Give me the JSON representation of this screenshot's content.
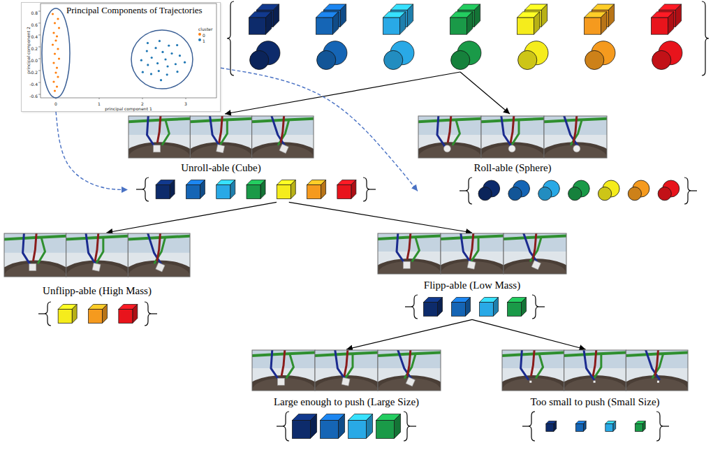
{
  "diagram": {
    "nodes": [
      {
        "text": [
          "Principal Components of Trajectories"
        ]
      },
      {
        "text": [
          "Unroll-able (Cube)"
        ]
      },
      {
        "text": [
          "Roll-able (Sphere)"
        ]
      },
      {
        "text": [
          "Unflipp-able (High Mass)"
        ]
      },
      {
        "text": [
          "Flipp-able (Low Mass)"
        ]
      },
      {
        "text": [
          "Large enough to push (Large Size)"
        ]
      },
      {
        "text": [
          "Too small to push (Small Size)"
        ]
      }
    ],
    "edges": [
      {
        "from": 0,
        "to": 1,
        "arrow": "to"
      },
      {
        "from": 0,
        "to": 2,
        "arrow": "to"
      },
      {
        "from": 1,
        "to": 3,
        "arrow": "to"
      },
      {
        "from": 1,
        "to": 4,
        "arrow": "to"
      },
      {
        "from": 4,
        "to": 5,
        "arrow": "to"
      },
      {
        "from": 4,
        "to": 6,
        "arrow": "to"
      }
    ],
    "labels": [
      "principal component 1",
      "principal component 2",
      "0.8",
      "0.6",
      "0.4",
      "0.2",
      "0.0",
      "-0.2",
      "-0.4",
      "-0.6",
      "0",
      "1",
      "2",
      "3",
      "cluster"
    ],
    "legend": [
      {
        "text": "0",
        "color": "#ff7f0e"
      },
      {
        "text": "1",
        "color": "#1f77b4"
      }
    ]
  }
}
